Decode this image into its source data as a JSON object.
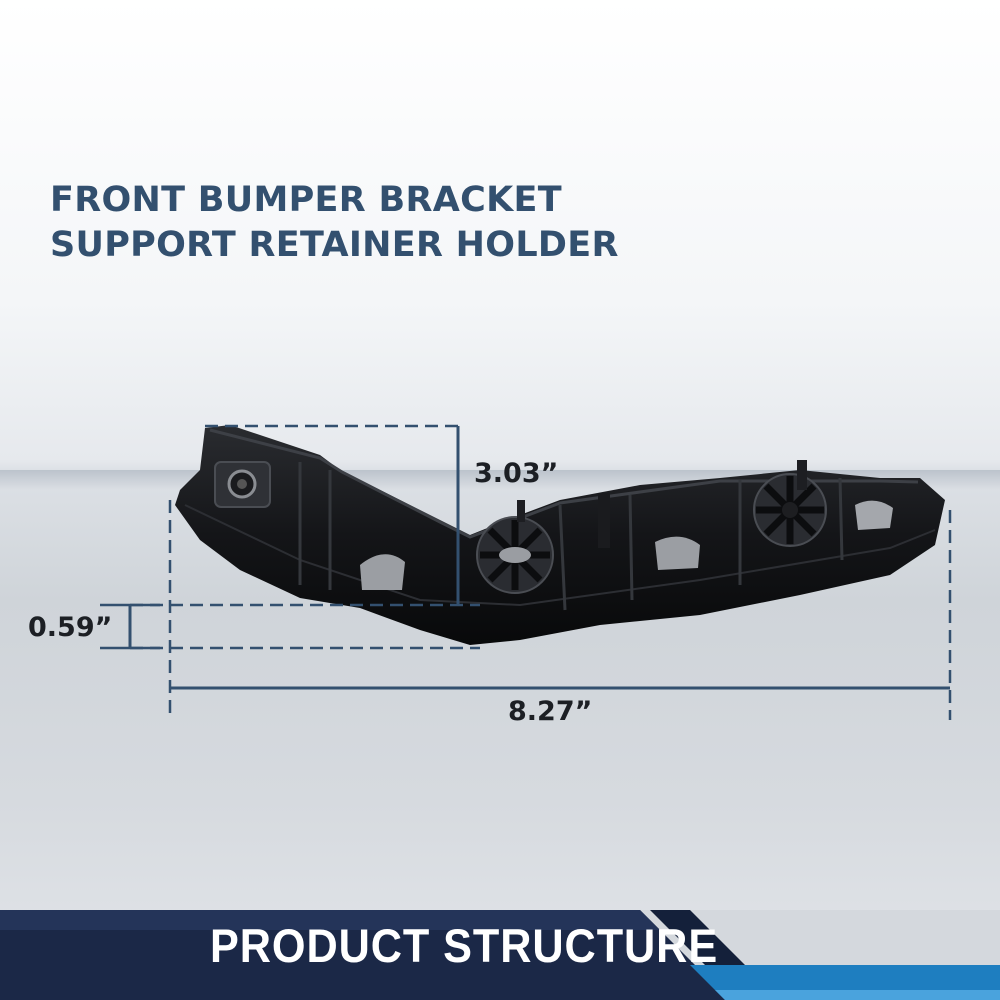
{
  "title": {
    "line1": "FRONT BUMPER BRACKET",
    "line2": "SUPPORT RETAINER HOLDER"
  },
  "dimensions": {
    "height": "3.03”",
    "thickness": "0.59”",
    "length": "8.27”"
  },
  "banner": {
    "label": "PRODUCT STRUCTURE"
  },
  "colors": {
    "title": "#33506f",
    "dimension_lines": "#33506f",
    "banner_dark": "#16233f",
    "banner_accent": "#1e7ec0"
  }
}
